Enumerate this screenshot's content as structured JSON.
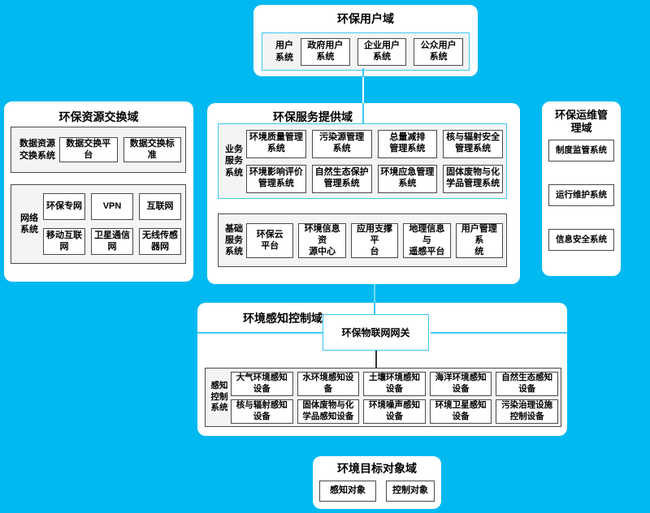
{
  "colors": {
    "background": "#00b9f0",
    "domain_fill": "#ffffff",
    "group_fill": "#f4f4f4",
    "dark_border": "#4a4a4a",
    "cyan_accent": "#3ec7f2",
    "connector_white": "#ffffff",
    "connector_light": "#6fd8f7",
    "connector_dark": "#333333",
    "text": "#000000"
  },
  "domains": {
    "user": {
      "title": "环保用户域",
      "group_label": "用户\n系统",
      "items": [
        "政府用户\n系统",
        "企业用户\n系统",
        "公众用户\n系统"
      ]
    },
    "exchange": {
      "title": "环保资源交换域",
      "data_group": {
        "label": "数据资源\n交换系统",
        "items": [
          "数据交换平台",
          "数据交换标准"
        ]
      },
      "network_group": {
        "label": "网络\n系统",
        "items": [
          "环保专网",
          "VPN",
          "互联网",
          "移动互联\n网",
          "卫星通信\n网",
          "无线传感\n器网"
        ]
      }
    },
    "service": {
      "title": "环保服务提供域",
      "business_group": {
        "label": "业务\n服务\n系统",
        "items": [
          "环境质量管理\n系统",
          "污染源管理\n系统",
          "总量减排\n管理系统",
          "核与辐射安全\n管理系统",
          "环境影响评价\n管理系统",
          "自然生态保护\n管理系统",
          "环境应急管理\n系统",
          "固体废物与化\n学品管理系统"
        ]
      },
      "base_group": {
        "label": "基础\n服务\n系统",
        "items": [
          "环保云\n平台",
          "环境信息资\n源中心",
          "应用支撑平\n台",
          "地理信息与\n遥感平台",
          "用户管理系\n统"
        ]
      }
    },
    "ops": {
      "title": "环保运维管\n理域",
      "items": [
        "制度监管系统",
        "运行维护系统",
        "信息安全系统"
      ]
    },
    "sensing": {
      "title": "环境感知控制域",
      "gateway": "环保物联网网关",
      "control_group": {
        "label": "感知\n控制\n系统",
        "items": [
          "大气环境感知\n设备",
          "水环境感知设\n备",
          "土壤环境感知\n设备",
          "海洋环境感知\n设备",
          "自然生态感知\n设备",
          "核与辐射感知\n设备",
          "固体废物与化\n学品感知设备",
          "环境噪声感知\n设备",
          "环境卫星感知\n设备",
          "污染治理设施\n控制设备"
        ]
      }
    },
    "target": {
      "title": "环境目标对象域",
      "items": [
        "感知对象",
        "控制对象"
      ]
    }
  }
}
